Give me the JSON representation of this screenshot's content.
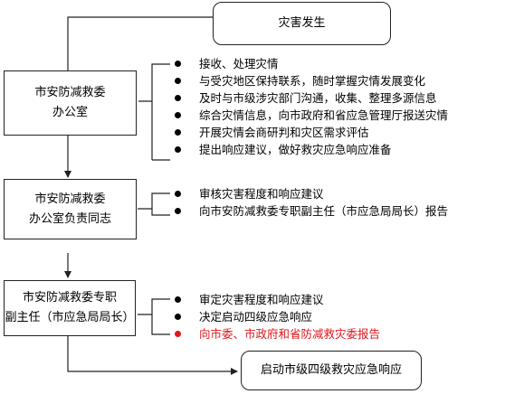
{
  "colors": {
    "line": "#222222",
    "highlight": "#e0161b",
    "text": "#000000"
  },
  "nodes": {
    "event": "灾害发生",
    "office": "市安防减救委\n办公室",
    "office_head": "市安防减救委\n办公室负责同志",
    "vice_director": "市安防减救委专职\n副主任（市应急局局长）",
    "response": "启动市级四级救灾应急响应"
  },
  "office_tasks": [
    {
      "text": "接收、处理灾情",
      "highlight": false
    },
    {
      "text": "与受灾地区保持联系，随时掌握灾情发展变化",
      "highlight": false
    },
    {
      "text": "及时与市级涉灾部门沟通，收集、整理多源信息",
      "highlight": false
    },
    {
      "text": "综合灾情信息，向市政府和省应急管理厅报送灾情",
      "highlight": false
    },
    {
      "text": "开展灾情会商研判和灾区需求评估",
      "highlight": false
    },
    {
      "text": "提出响应建议，做好救灾应急响应准备",
      "highlight": false
    }
  ],
  "head_tasks": [
    {
      "text": "审核灾害程度和响应建议",
      "highlight": false
    },
    {
      "text": "向市安防减救委专职副主任（市应急局局长）报告",
      "highlight": false
    }
  ],
  "vice_tasks": [
    {
      "text": "审定灾害程度和响应建议",
      "highlight": false
    },
    {
      "text": "决定启动四级应急响应",
      "highlight": false
    },
    {
      "text": "向市委、市政府和省防减救灾委报告",
      "highlight": true
    }
  ]
}
